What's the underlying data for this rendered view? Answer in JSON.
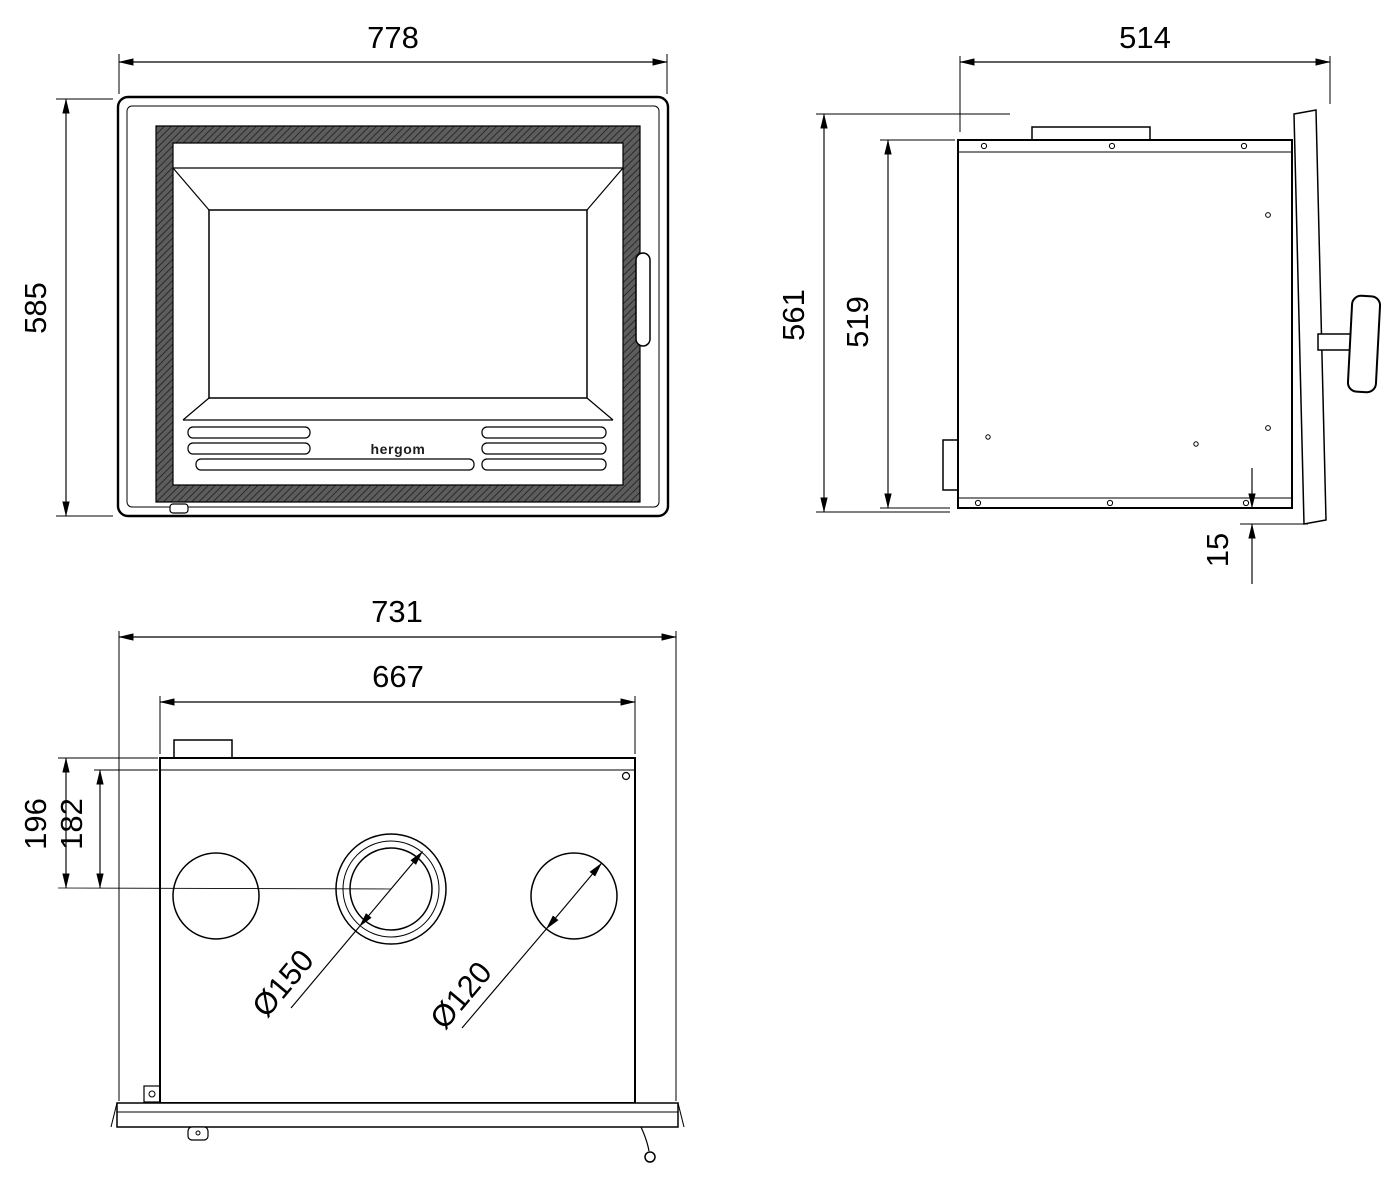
{
  "drawing": {
    "brand": "hergom",
    "front": {
      "width": "778",
      "height": "585"
    },
    "side": {
      "depth": "514",
      "height_total": "561",
      "height_body": "519",
      "bottom_gap": "15"
    },
    "top": {
      "width_total": "731",
      "width_body": "667",
      "back_offset_outer": "196",
      "back_offset_inner": "182",
      "flue_dia": "Ø150",
      "outlet_dia": "Ø120"
    }
  }
}
